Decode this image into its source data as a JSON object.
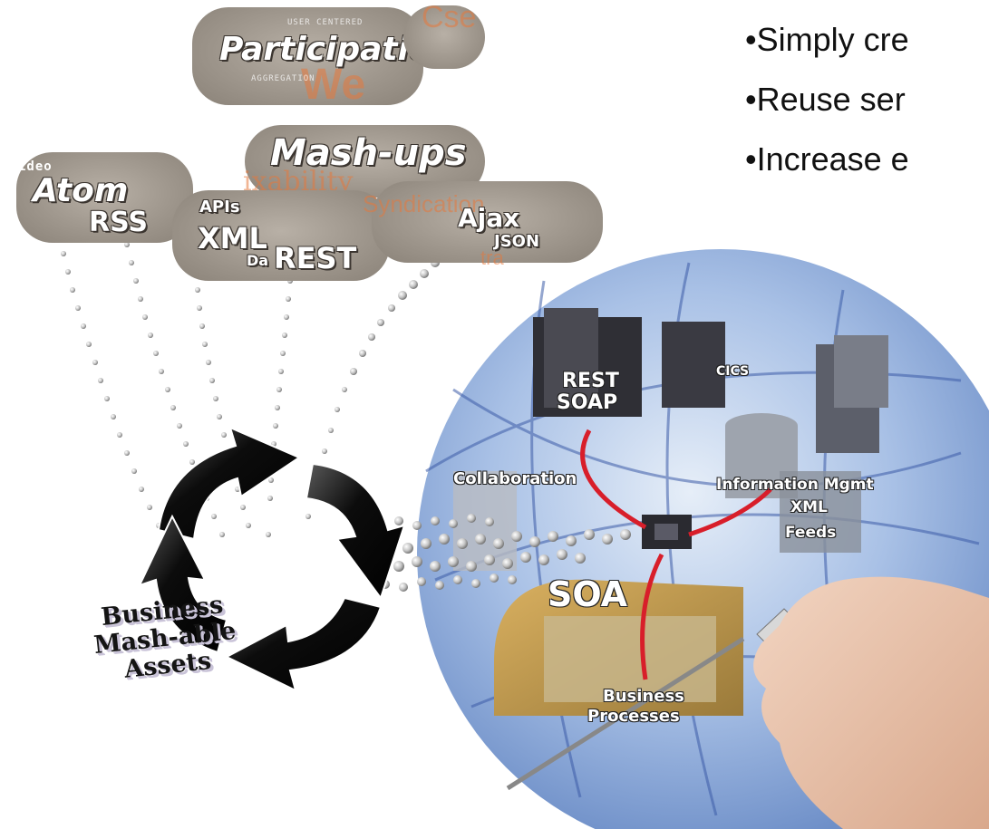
{
  "bullets": [
    "•Simply cre",
    "•Reuse ser",
    "•Increase e"
  ],
  "clouds": {
    "participation": "Participation",
    "mashups": "Mash-ups",
    "atom": "Atom",
    "rss": "RSS",
    "xml": "XML",
    "rest": "REST",
    "ajax": "Ajax",
    "json": "JSON",
    "video": "ideo",
    "apis": "APIs",
    "da": "Da",
    "web": "We",
    "mixability": "ixability",
    "cse": "Cse",
    "stra": "tra",
    "syndication": "Syndication",
    "user_centered": "USER CENTERED",
    "aggregation": "AGGREGATION"
  },
  "globe": {
    "rest": "REST",
    "soap": "SOAP",
    "cics": "CICS",
    "collaboration": "Collaboration",
    "info_mgmt": "Information Mgmt",
    "xml": "XML",
    "feeds": "Feeds",
    "soa": "SOA",
    "business": "Business",
    "processes": "Processes"
  },
  "assets_label": {
    "line1": "Business",
    "line2": "Mash-able",
    "line3": "Assets"
  },
  "colors": {
    "globe_light": "#cfe0f2",
    "globe_dark": "#7f9ed0",
    "cloud": "#a39b91",
    "red_link": "#d81e2a",
    "bead": "#cfcfcf"
  }
}
